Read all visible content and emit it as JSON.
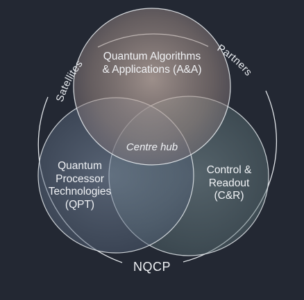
{
  "diagram": {
    "outer_ring": {
      "left_label": "Satellites",
      "right_label": "Partners",
      "bottom_label": "NQCP"
    },
    "circles": {
      "top": {
        "line1": "Quantum Algorithms",
        "line2": "& Applications (A&A)",
        "tint": "#b09b91"
      },
      "left": {
        "line1": "Quantum",
        "line2": "Processor",
        "line3": "Technologies",
        "line4": "(QPT)",
        "tint": "#6d7f96"
      },
      "right": {
        "line1": "Control &",
        "line2": "Readout",
        "line3": "(C&R)",
        "tint": "#6f8a8e"
      }
    },
    "centre_label": "Centre hub"
  },
  "colors": {
    "background": "#232833",
    "ring_stroke": "#e2e6ea",
    "circle_stroke": "#e8ecf0",
    "text": "#f1f3f6"
  }
}
